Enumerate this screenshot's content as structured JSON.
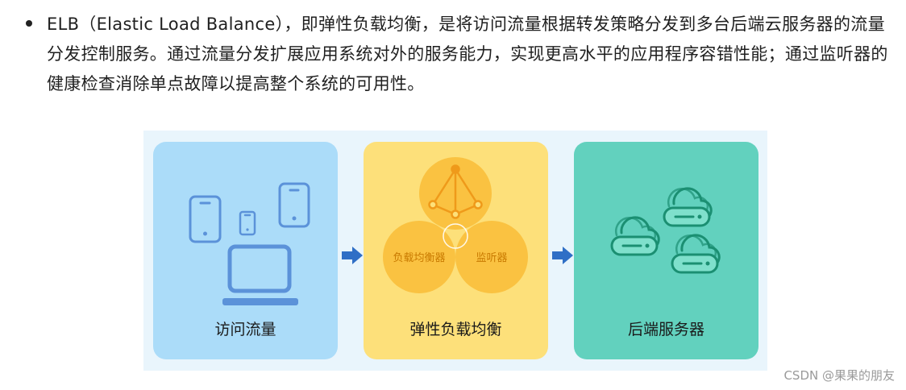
{
  "intro": {
    "text": "ELB（Elastic Load Balance），即弹性负载均衡，是将访问流量根据转发策略分发到多台后端云服务器的流量分发控制服务。通过流量分发扩展应用系统对外的服务能力，实现更高水平的应用程序容错性能；通过监听器的健康检查消除单点故障以提高整个系统的可用性。"
  },
  "diagram": {
    "panels": [
      {
        "label": "访问流量",
        "icons": [
          "mobile-phone-icon",
          "mobile-phone-icon",
          "mobile-phone-icon",
          "laptop-icon"
        ],
        "color": "#abdcf9"
      },
      {
        "label": "弹性负载均衡",
        "circles": [
          "负载均衡器",
          "监听器"
        ],
        "top_icon": "load-balancer-node-icon",
        "color": "#fde07a"
      },
      {
        "label": "后端服务器",
        "icons": [
          "cloud-server-icon",
          "cloud-server-icon",
          "cloud-server-icon"
        ],
        "color": "#62d1be"
      }
    ],
    "arrow_color": "#2f6fc6"
  },
  "watermark": "CSDN @果果的朋友"
}
